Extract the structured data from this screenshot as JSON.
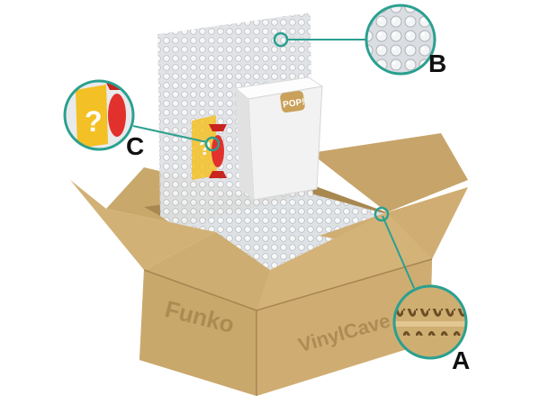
{
  "scene": {
    "box_brand_left": "Funko",
    "box_brand_right": "VinylCave",
    "pop_logo": "POP!",
    "mystery_mark": "?"
  },
  "callouts": {
    "a": "A",
    "b": "B",
    "c": "C"
  },
  "colors": {
    "cardboard": "#cfae72",
    "cardboard_dark": "#b8955a",
    "cardboard_shadow": "#a88551",
    "bubble_wrap": "#d9dcdf",
    "callout_teal": "#2aa090",
    "pop_box": "#f4f4f4",
    "mystery_yellow": "#f3c126",
    "candy_red": "#e2312d"
  }
}
